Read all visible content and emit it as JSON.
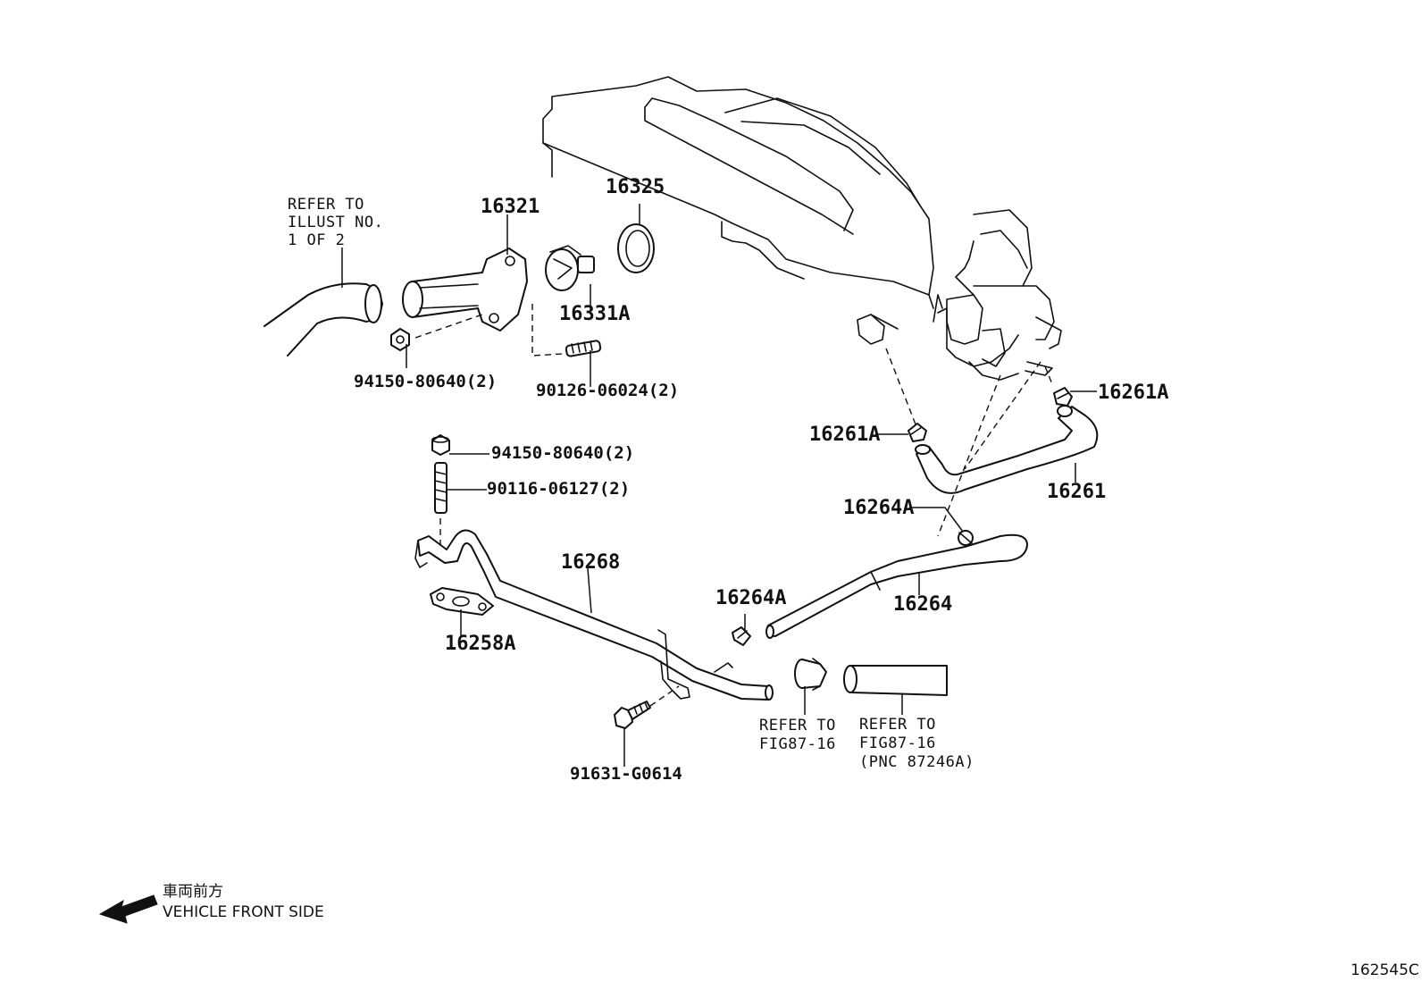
{
  "diagram_id": "162545C",
  "direction": {
    "label_jp": "車両前方",
    "label_en": "VEHICLE FRONT SIDE"
  },
  "notes": {
    "refer_illust": [
      "REFER TO",
      "ILLUST NO.",
      "1 OF 2"
    ],
    "refer_fig_a": [
      "REFER TO",
      "FIG87-16"
    ],
    "refer_fig_b": [
      "REFER TO",
      "FIG87-16",
      "(PNC 87246A)"
    ]
  },
  "parts": {
    "p16321": "16321",
    "p16325": "16325",
    "p16331A": "16331A",
    "p94150_top": "94150-80640(2)",
    "p90126": "90126-06024(2)",
    "p94150_mid": "94150-80640(2)",
    "p90116": "90116-06127(2)",
    "p16268": "16268",
    "p16258A": "16258A",
    "p91631": "91631-G0614",
    "p16264A_left": "16264A",
    "p16264A_right": "16264A",
    "p16264": "16264",
    "p16261A_left": "16261A",
    "p16261A_right": "16261A",
    "p16261": "16261"
  },
  "icons": {
    "arrow": "front-direction-arrow-icon"
  }
}
